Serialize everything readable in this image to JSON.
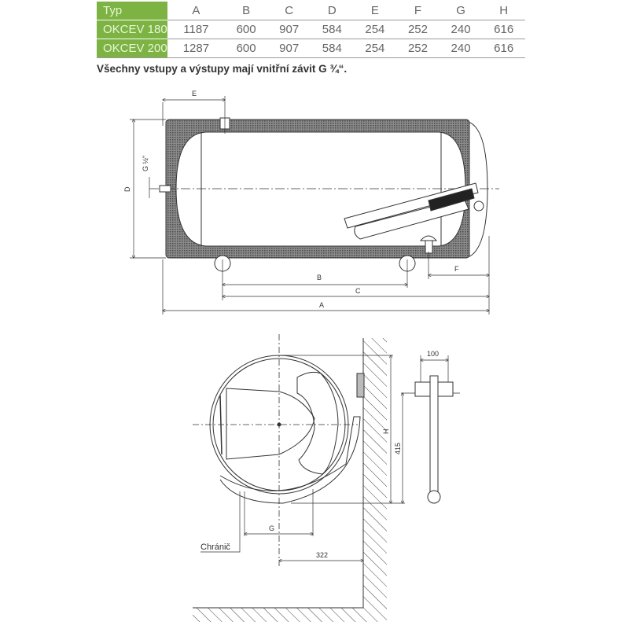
{
  "table": {
    "headers": [
      "Typ",
      "A",
      "B",
      "C",
      "D",
      "E",
      "F",
      "G",
      "H"
    ],
    "rows": [
      [
        "OKCEV 180",
        "1187",
        "600",
        "907",
        "584",
        "254",
        "252",
        "240",
        "616"
      ],
      [
        "OKCEV 200",
        "1287",
        "600",
        "907",
        "584",
        "254",
        "252",
        "240",
        "616"
      ]
    ]
  },
  "caption": "Všechny vstupy a výstupy mají vnitřní závit G ¾“.",
  "drawing_side": {
    "labels": {
      "e": "E",
      "d": "D",
      "g_half": "G ½\"",
      "b": "B",
      "c": "C",
      "a": "A",
      "f": "F"
    }
  },
  "drawing_front": {
    "labels": {
      "h": "H",
      "dim_415": "415",
      "dim_100": "100",
      "g": "G",
      "dim_322": "322",
      "guard": "Chránič"
    }
  },
  "colors": {
    "accent_green": "#7cb342",
    "insulation": "#6d6d6d"
  }
}
